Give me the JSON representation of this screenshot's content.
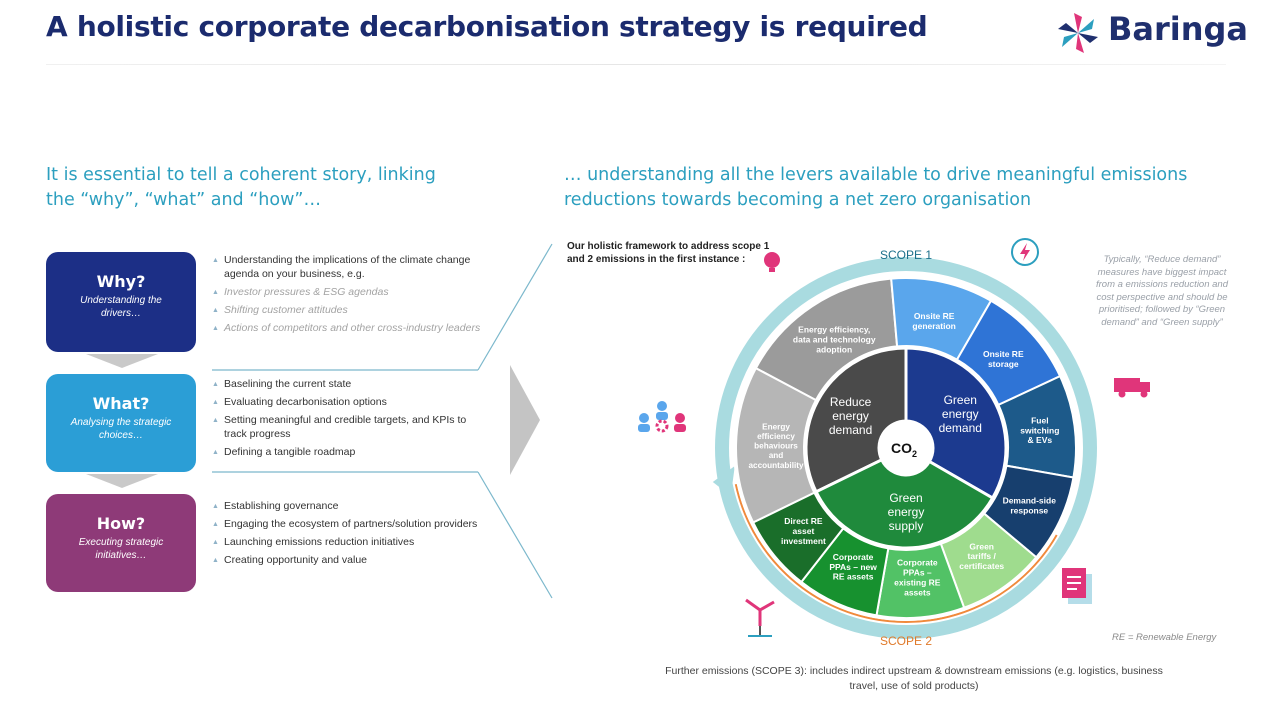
{
  "title": "A holistic corporate decarbonisation strategy is required",
  "brand": {
    "name": "Baringa"
  },
  "left_intro": {
    "line1": "It is essential to tell a coherent story, linking",
    "line2": "the “why”, “what” and “how”…"
  },
  "right_intro": {
    "line1": "… understanding  all the levers available to drive meaningful  emissions",
    "line2": "reductions towards becoming a net zero organisation"
  },
  "boxes": [
    {
      "title": "Why?",
      "subtitle": "Understanding  the drivers…",
      "color": "#1c2f86"
    },
    {
      "title": "What?",
      "subtitle": "Analysing  the strategic choices…",
      "color": "#2b9ed6"
    },
    {
      "title": "How?",
      "subtitle": "Executing strategic initiatives…",
      "color": "#8e3a78"
    }
  ],
  "why_bullets": {
    "main": "Understanding  the implications  of the climate change agenda on your business,  e.g.",
    "subs": [
      "Investor pressures & ESG agendas",
      "Shifting customer attitudes",
      "Actions of competitors and other cross-industry leaders"
    ]
  },
  "what_bullets": [
    "Baselining the current state",
    "Evaluating decarbonisation  options",
    "Setting meaningful and credible  targets, and KPIs to track progress",
    "Defining a tangible roadmap"
  ],
  "how_bullets": [
    "Establishing governance",
    "Engaging the ecosystem of partners/solution  providers",
    "Launching  emissions reduction initiatives",
    "Creating  opportunity  and value"
  ],
  "framework_note": "Our holistic  framework to address scope 1 and 2 emissions  in the first instance :",
  "side_note": "Typically, “Reduce demand” measures have biggest impact from a emissions reduction and cost perspective and should be prioritised; followed by “Green demand” and “Green supply”",
  "scope_labels": {
    "scope1": "SCOPE 1",
    "scope2": "SCOPE 2"
  },
  "wheel": {
    "center": "CO",
    "center_sub": "2",
    "inner": [
      {
        "label": "Reduce energy demand",
        "color": "#4a4a4a"
      },
      {
        "label": "Green energy demand",
        "color": "#1c3a8f"
      },
      {
        "label": "Green energy supply",
        "color": "#1f8a3c"
      }
    ],
    "outer": [
      {
        "label": "Energy efficiency, data and technology adoption",
        "color": "#9b9b9b"
      },
      {
        "label": "Energy efficiency behaviours and accountability",
        "color": "#b6b6b6"
      },
      {
        "label": "Onsite RE generation",
        "color": "#5aa6ec"
      },
      {
        "label": "Onsite RE storage",
        "color": "#2f74d6"
      },
      {
        "label": "Fuel switching & EVs",
        "color": "#1d5a8a"
      },
      {
        "label": "Demand-side response",
        "color": "#173f6e"
      },
      {
        "label": "Green tariffs / certificates",
        "color": "#9fdc8e"
      },
      {
        "label": "Corporate PPAs – existing RE assets",
        "color": "#52c266"
      },
      {
        "label": "Corporate PPAs – new RE assets",
        "color": "#17912f"
      },
      {
        "label": "Direct RE asset investment",
        "color": "#1a6e2a"
      }
    ]
  },
  "re_note": "RE = Renewable Energy",
  "further_emissions": "Further emissions  (SCOPE 3): includes indirect upstream & downstream emissions  (e.g. logistics,  business travel, use of sold products)",
  "colors": {
    "title": "#1b2b6e",
    "accent": "#2c9fbf",
    "scope_ring": "#a9dbe0",
    "scope_arrow": "#f08a3c"
  }
}
